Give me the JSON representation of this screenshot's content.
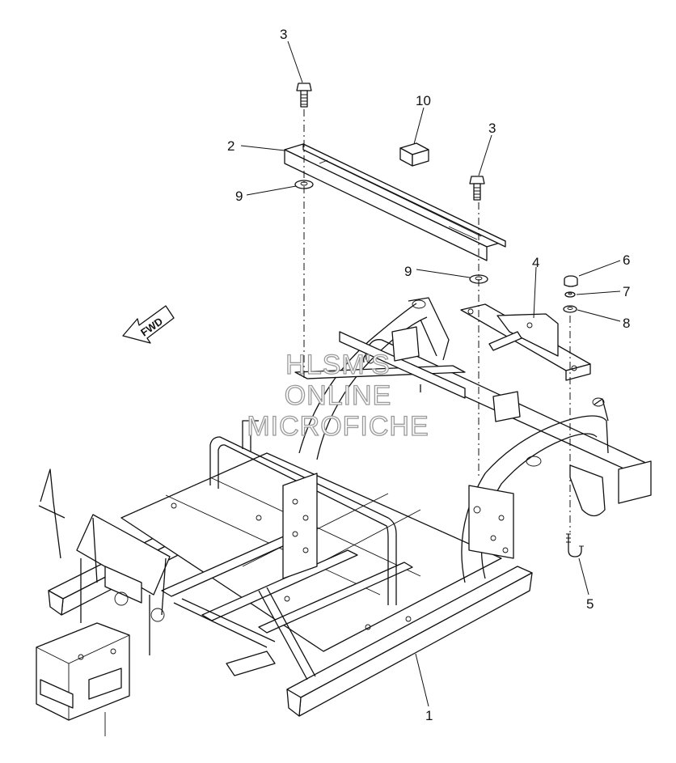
{
  "callouts": [
    {
      "id": "1",
      "label": "1"
    },
    {
      "id": "2",
      "label": "2"
    },
    {
      "id": "3a",
      "label": "3"
    },
    {
      "id": "3b",
      "label": "3"
    },
    {
      "id": "4",
      "label": "4"
    },
    {
      "id": "5",
      "label": "5"
    },
    {
      "id": "6",
      "label": "6"
    },
    {
      "id": "7",
      "label": "7"
    },
    {
      "id": "8",
      "label": "8"
    },
    {
      "id": "9a",
      "label": "9"
    },
    {
      "id": "9b",
      "label": "9"
    },
    {
      "id": "10",
      "label": "10"
    }
  ],
  "fwd_arrow": {
    "label": "FWD"
  },
  "watermark": {
    "line1": "HLSM'S",
    "line2": "ONLINE",
    "line3": "MICROFICHE"
  }
}
